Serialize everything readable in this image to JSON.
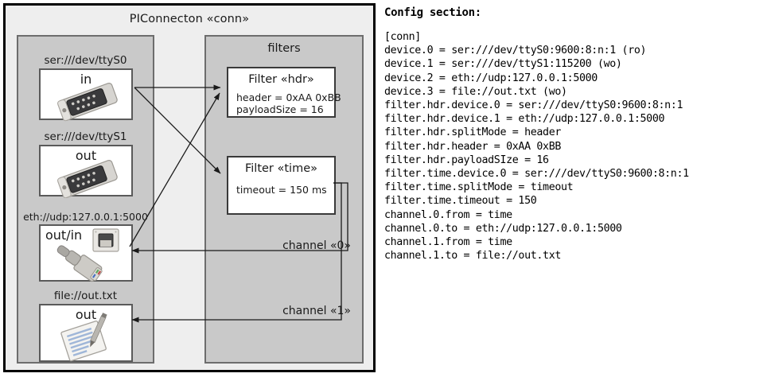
{
  "diagram": {
    "title": "PIConnecton «conn»",
    "devices_panel": {
      "name": "devices",
      "items": [
        {
          "label": "ser:///dev/ttyS0",
          "kind": "in",
          "icon": "serial-port-icon"
        },
        {
          "label": "ser:///dev/ttyS1",
          "kind": "out",
          "icon": "serial-port-icon"
        },
        {
          "label": "eth://udp:127.0.0.1:5000",
          "kind": "out/in",
          "icon": "ethernet-jack-icon"
        },
        {
          "label": "file://out.txt",
          "kind": "out",
          "icon": "text-document-icon"
        }
      ]
    },
    "filters_panel": {
      "title": "filters",
      "filters": [
        {
          "title": "Filter «hdr»",
          "props": [
            "header = 0xAA 0xBB",
            "payloadSize = 16"
          ]
        },
        {
          "title": "Filter «time»",
          "props": [
            "timeout = 150 ms"
          ]
        }
      ],
      "channels": [
        "channel «0»",
        "channel «1»"
      ]
    },
    "colors": {
      "frame": "#000000",
      "page_bg": "#eeeeee",
      "panel_bg": "#c9c9c9",
      "panel_border": "#6d6d6d",
      "box_bg": "#ffffff",
      "box_border": "#3a3a3a",
      "wire": "#1a1a1a"
    }
  },
  "config": {
    "heading": "Config section:",
    "lines": [
      "[conn]",
      "device.0 = ser:///dev/ttyS0:9600:8:n:1 (ro)",
      "device.1 = ser:///dev/ttyS1:115200 (wo)",
      "device.2 = eth://udp:127.0.0.1:5000",
      "device.3 = file://out.txt (wo)",
      "filter.hdr.device.0 = ser:///dev/ttyS0:9600:8:n:1",
      "filter.hdr.device.1 = eth://udp:127.0.0.1:5000",
      "filter.hdr.splitMode = header",
      "filter.hdr.header = 0xAA 0xBB",
      "filter.hdr.payloadSIze = 16",
      "filter.time.device.0 = ser:///dev/ttyS0:9600:8:n:1",
      "filter.time.splitMode = timeout",
      "filter.time.timeout = 150",
      "channel.0.from = time",
      "channel.0.to = eth://udp:127.0.0.1:5000",
      "channel.1.from = time",
      "channel.1.to = file://out.txt"
    ]
  }
}
